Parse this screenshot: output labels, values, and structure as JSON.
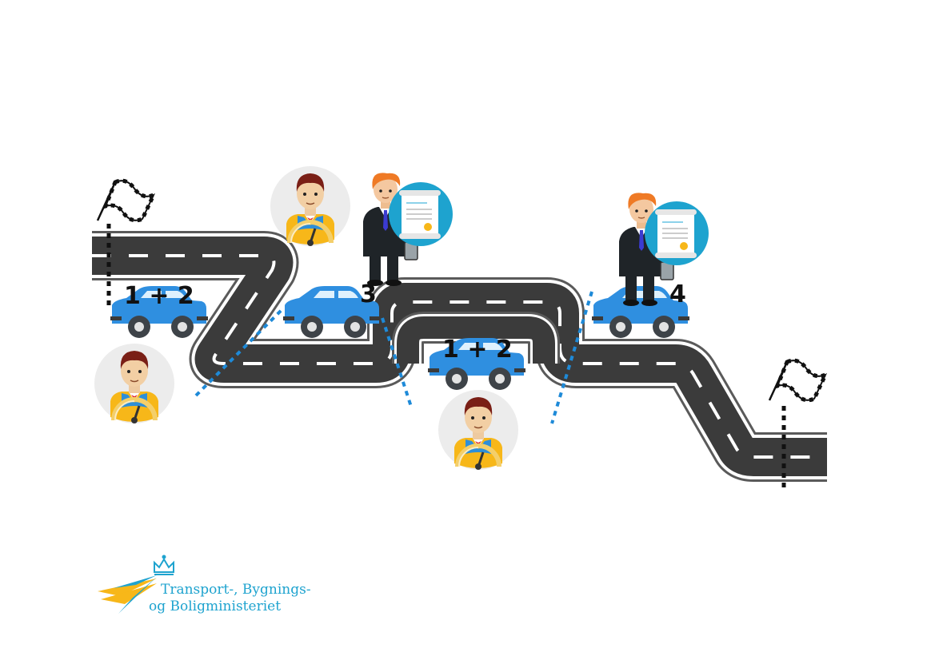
{
  "stage_labels": {
    "car_1": "1 + 2",
    "car_2": "3",
    "car_3": "1 + 2",
    "car_4": "4"
  },
  "logo": {
    "line1": "Transport-, Bygnings-",
    "line2": "og Boligministeriet"
  },
  "colors": {
    "road": "#3b3b3b",
    "road_edge": "#ffffff",
    "road_outline": "#5a5a5a",
    "car_body": "#2f8fe0",
    "divider": "#1e8ad8",
    "finish_dots": "#111111",
    "badge": "#1ea3cf",
    "avatar_bg": "#ececec",
    "brand_yellow": "#f7b719",
    "brand_blue": "#1ea3cf"
  },
  "icons": [
    "checkered-flag-icon",
    "car-icon",
    "driver-avatar-icon",
    "businessman-icon",
    "certificate-icon",
    "crown-icon"
  ]
}
